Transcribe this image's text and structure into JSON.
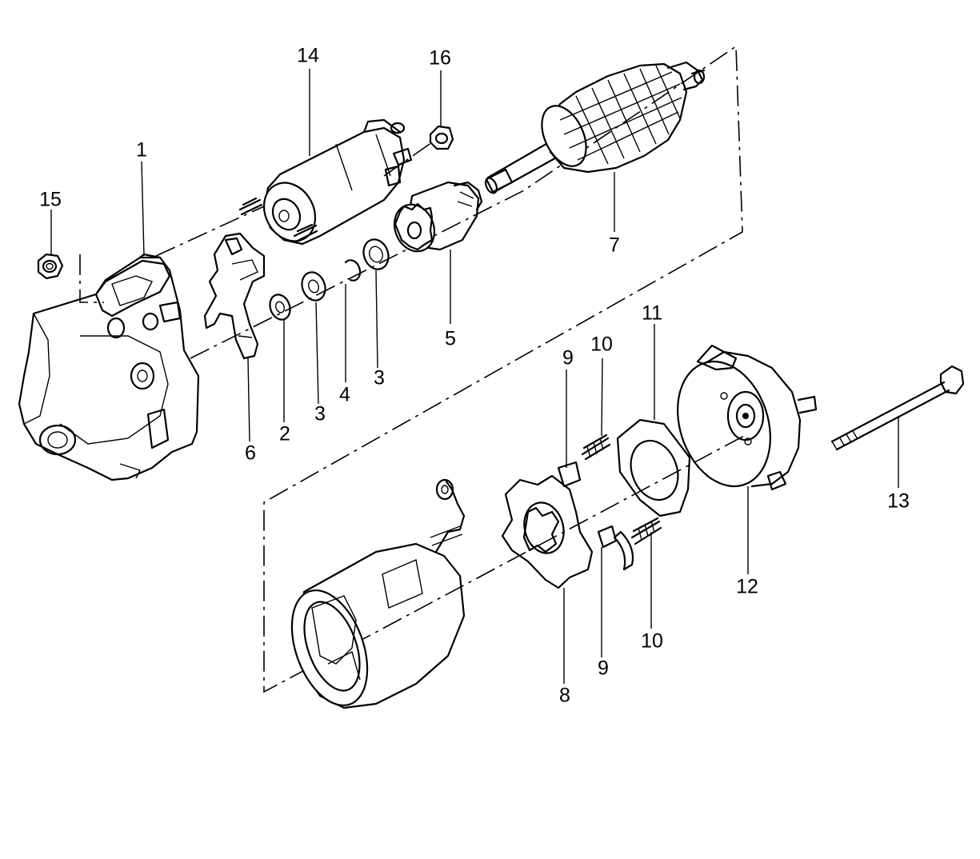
{
  "diagram": {
    "callouts": [
      {
        "id": "1",
        "text": "1"
      },
      {
        "id": "2",
        "text": "2"
      },
      {
        "id": "3a",
        "text": "3"
      },
      {
        "id": "3b",
        "text": "3"
      },
      {
        "id": "4",
        "text": "4"
      },
      {
        "id": "5",
        "text": "5"
      },
      {
        "id": "6",
        "text": "6"
      },
      {
        "id": "7",
        "text": "7"
      },
      {
        "id": "8",
        "text": "8"
      },
      {
        "id": "9a",
        "text": "9"
      },
      {
        "id": "9b",
        "text": "9"
      },
      {
        "id": "10a",
        "text": "10"
      },
      {
        "id": "10b",
        "text": "10"
      },
      {
        "id": "11",
        "text": "11"
      },
      {
        "id": "12",
        "text": "12"
      },
      {
        "id": "13",
        "text": "13"
      },
      {
        "id": "14",
        "text": "14"
      },
      {
        "id": "15",
        "text": "15"
      },
      {
        "id": "16",
        "text": "16"
      }
    ]
  }
}
